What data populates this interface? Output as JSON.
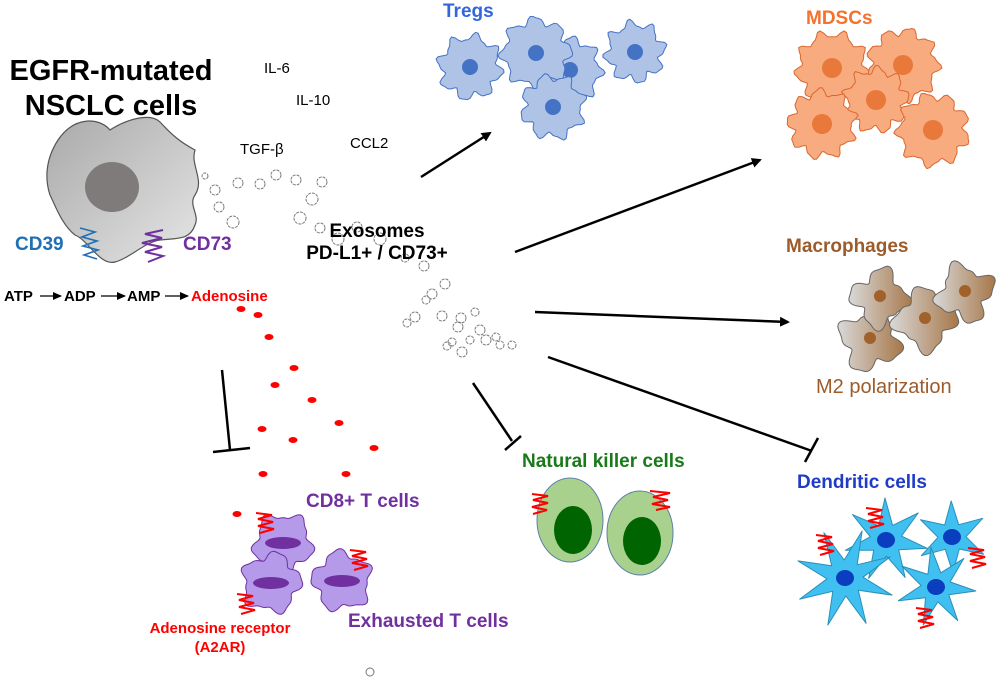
{
  "figure": {
    "source_cell": {
      "title_line1": "EGFR-mutated",
      "title_line2": "NSCLC cells"
    },
    "cytokines": [
      "IL-6",
      "IL-10",
      "TGF-β",
      "CCL2"
    ],
    "enzymes": {
      "cd39": "CD39",
      "cd73": "CD73"
    },
    "pathway": {
      "steps": [
        "ATP",
        "ADP",
        "AMP"
      ],
      "product": "Adenosine"
    },
    "exosomes": {
      "line1": "Exosomes",
      "line2": "PD-L1+ / CD73+"
    },
    "targets": {
      "tregs": {
        "label": "Tregs",
        "effect": "activation"
      },
      "mdscs": {
        "label": "MDSCs",
        "effect": "activation"
      },
      "macrophages": {
        "label": "Macrophages",
        "sublabel": "M2 polarization",
        "effect": "activation"
      },
      "nk_cells": {
        "label": "Natural killer cells",
        "effect": "inhibition"
      },
      "dendritic_cells": {
        "label": "Dendritic cells",
        "effect": "inhibition"
      },
      "t_cells": {
        "label": "CD8+  T cells",
        "sublabel": "Exhausted T cells",
        "receptor_line1": "Adenosine receptor",
        "receptor_line2": "(A2AR)",
        "effect": "inhibition"
      }
    },
    "colors": {
      "black": "#000000",
      "cd39": "#1f6fb5",
      "cd73": "#7030a0",
      "adenosine": "#ff0000",
      "tregs_text": "#3366dd",
      "tregs_fill": "#aec3e6",
      "tregs_nucleus": "#4472c4",
      "mdsc_text": "#f4722b",
      "mdsc_fill": "#f9ab80",
      "mdsc_nucleus": "#e8793a",
      "macro_text": "#9c5b2a",
      "macro_nucleus": "#a0612b",
      "nk_text": "#1a7a1a",
      "nk_fill": "#a9d18e",
      "nk_nucleus": "#006400",
      "dc_text": "#1f3cc8",
      "dc_fill": "#3fc0f0",
      "dc_nucleus": "#0b3dbf",
      "tcell_text": "#7030a0",
      "tcell_fill": "#b49ae8",
      "tcell_nucleus": "#7030a0",
      "tumor_fill": "#c8c8c8",
      "tumor_nucleus": "#7f7b7b"
    }
  }
}
